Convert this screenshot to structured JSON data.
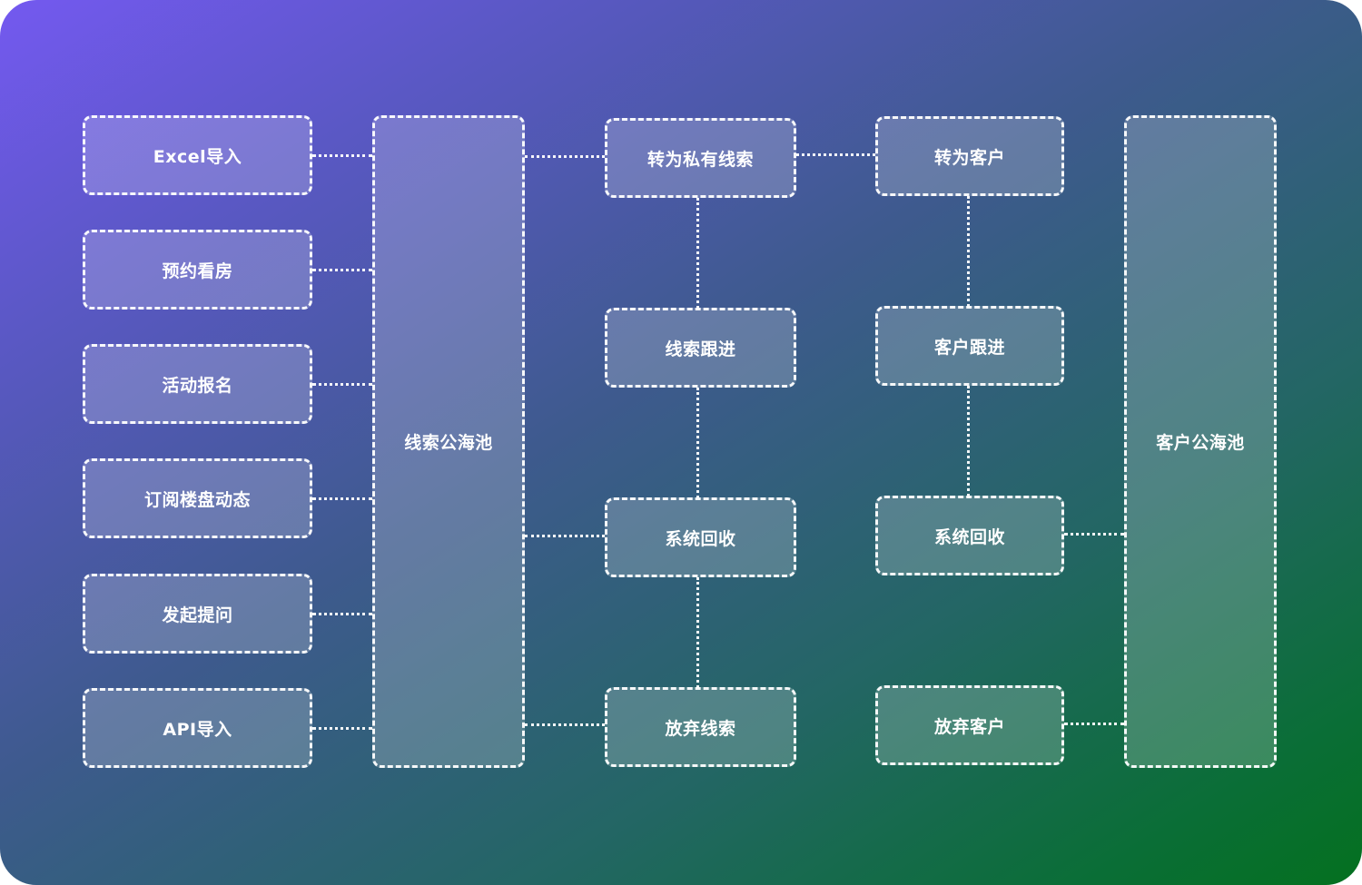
{
  "sources": [
    {
      "label": "Excel导入"
    },
    {
      "label": "预约看房"
    },
    {
      "label": "活动报名"
    },
    {
      "label": "订阅楼盘动态"
    },
    {
      "label": "发起提问"
    },
    {
      "label": "API导入"
    }
  ],
  "lead_pool": {
    "label": "线索公海池"
  },
  "lead_flow": [
    {
      "label": "转为私有线索"
    },
    {
      "label": "线索跟进"
    },
    {
      "label": "系统回收"
    },
    {
      "label": "放弃线索"
    }
  ],
  "customer_flow": [
    {
      "label": "转为客户"
    },
    {
      "label": "客户跟进"
    },
    {
      "label": "系统回收"
    },
    {
      "label": "放弃客户"
    }
  ],
  "customer_pool": {
    "label": "客户公海池"
  },
  "colors": {
    "gradient_start": "#7459f0",
    "gradient_end": "#04701f",
    "stroke": "#ffffff"
  }
}
